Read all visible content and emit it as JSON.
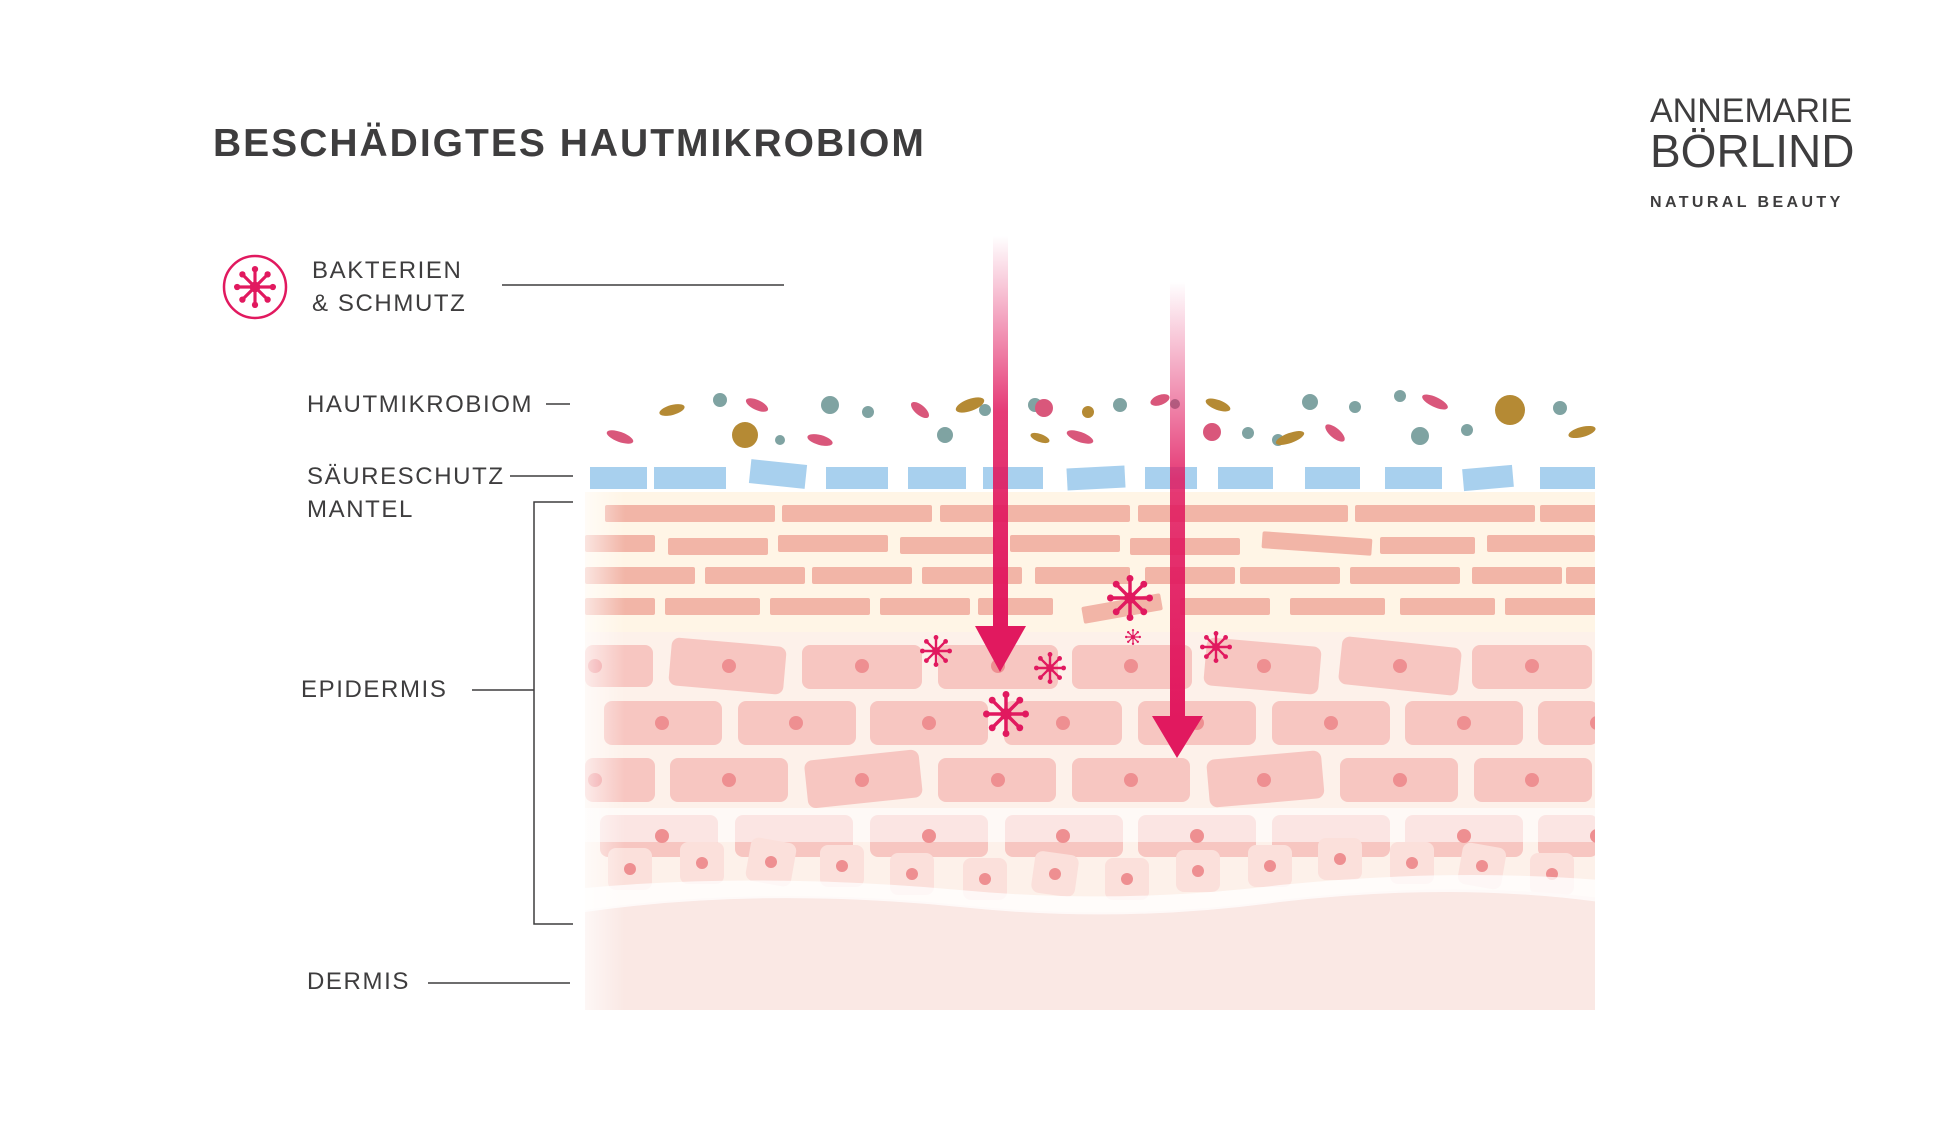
{
  "title": "BESCHÄDIGTES HAUTMIKROBIOM",
  "brand": {
    "line1": "ANNEMARIE",
    "line2": "BÖRLIND",
    "tagline": "NATURAL BEAUTY"
  },
  "legend": {
    "line1": "BAKTERIEN",
    "line2": "& SCHMUTZ",
    "icon": "bacteria-icon"
  },
  "layers": {
    "microbiome": "HAUTMIKROBIOM",
    "acid_mantle_line1": "SÄURESCHUTZ",
    "acid_mantle_line2": "MANTEL",
    "epidermis": "EPIDERMIS",
    "dermis": "DERMIS"
  },
  "colors": {
    "accent": "#e1195f",
    "text": "#3e3d3e",
    "acid_mantle": "#a8d0ee",
    "cell": "#f4bcb6",
    "nucleus": "#ee8f91",
    "microbe_teal": "#7fa3a2",
    "microbe_pink": "#d9577b",
    "microbe_gold": "#b58a34"
  }
}
